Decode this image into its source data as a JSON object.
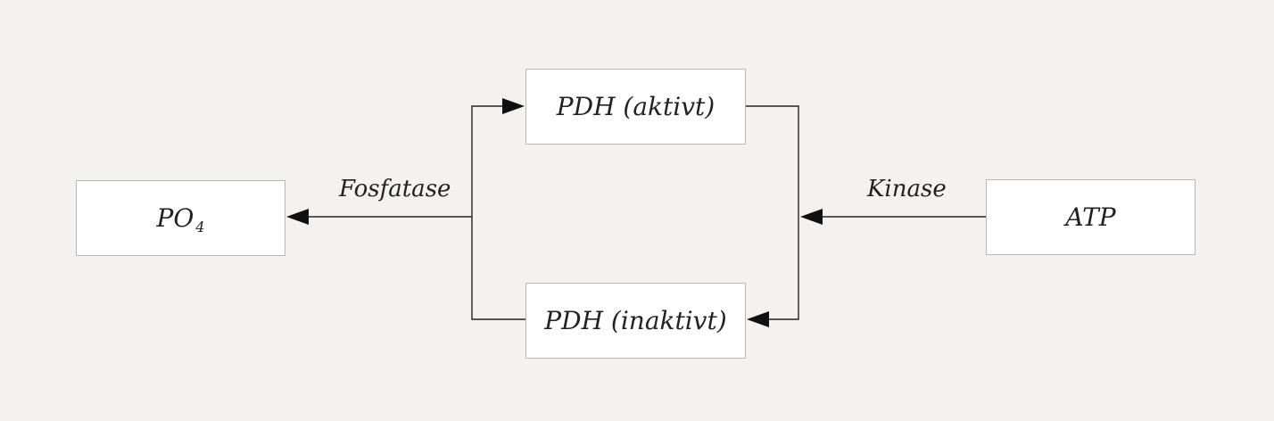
{
  "nodes": {
    "po4": {
      "text": "PO",
      "subscript": "4"
    },
    "pdh_active": {
      "text": "PDH (aktivt)"
    },
    "pdh_inactive": {
      "text": "PDH (inaktivt)"
    },
    "atp": {
      "text": "ATP"
    }
  },
  "edges": {
    "fosfatase": {
      "label": "Fosfatase"
    },
    "kinase": {
      "label": "Kinase"
    }
  },
  "colors": {
    "background": "#f3f2f1",
    "box_fill": "#ffffff",
    "box_border": "#b7b7b7",
    "line": "#222222"
  }
}
